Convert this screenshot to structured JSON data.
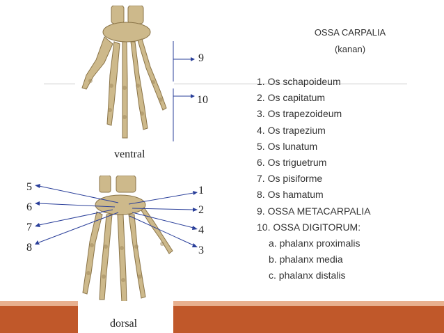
{
  "slide": {
    "title_line1": "OSSA CARPALIA",
    "title_line2": "(kanan)",
    "label_ventral": "ventral",
    "label_dorsal": "dorsal",
    "legend": [
      "1. Os schapoideum",
      "2. Os capitatum",
      "3. Os trapezoideum",
      "4. Os trapezium",
      "5. Os lunatum",
      "6. Os triguetrum",
      "7. Os pisiforme",
      "8. Os hamatum",
      "9. OSSA METACARPALIA",
      "10. OSSA DIGITORUM:",
      "a. phalanx proximalis",
      "b. phalanx media",
      "c. phalanx distalis"
    ],
    "top_markers": {
      "m9": "9",
      "m10": "10"
    },
    "left_markers": {
      "m5": "5",
      "m6": "6",
      "m7": "7",
      "m8": "8"
    },
    "right_markers": {
      "m1": "1",
      "m2": "2",
      "m4": "4",
      "m3": "3"
    },
    "colors": {
      "footer": "#c0582a",
      "footer_stripe": "#e8b08f",
      "pointer": "#2a3f9a",
      "bone": "#c8b58a"
    }
  }
}
